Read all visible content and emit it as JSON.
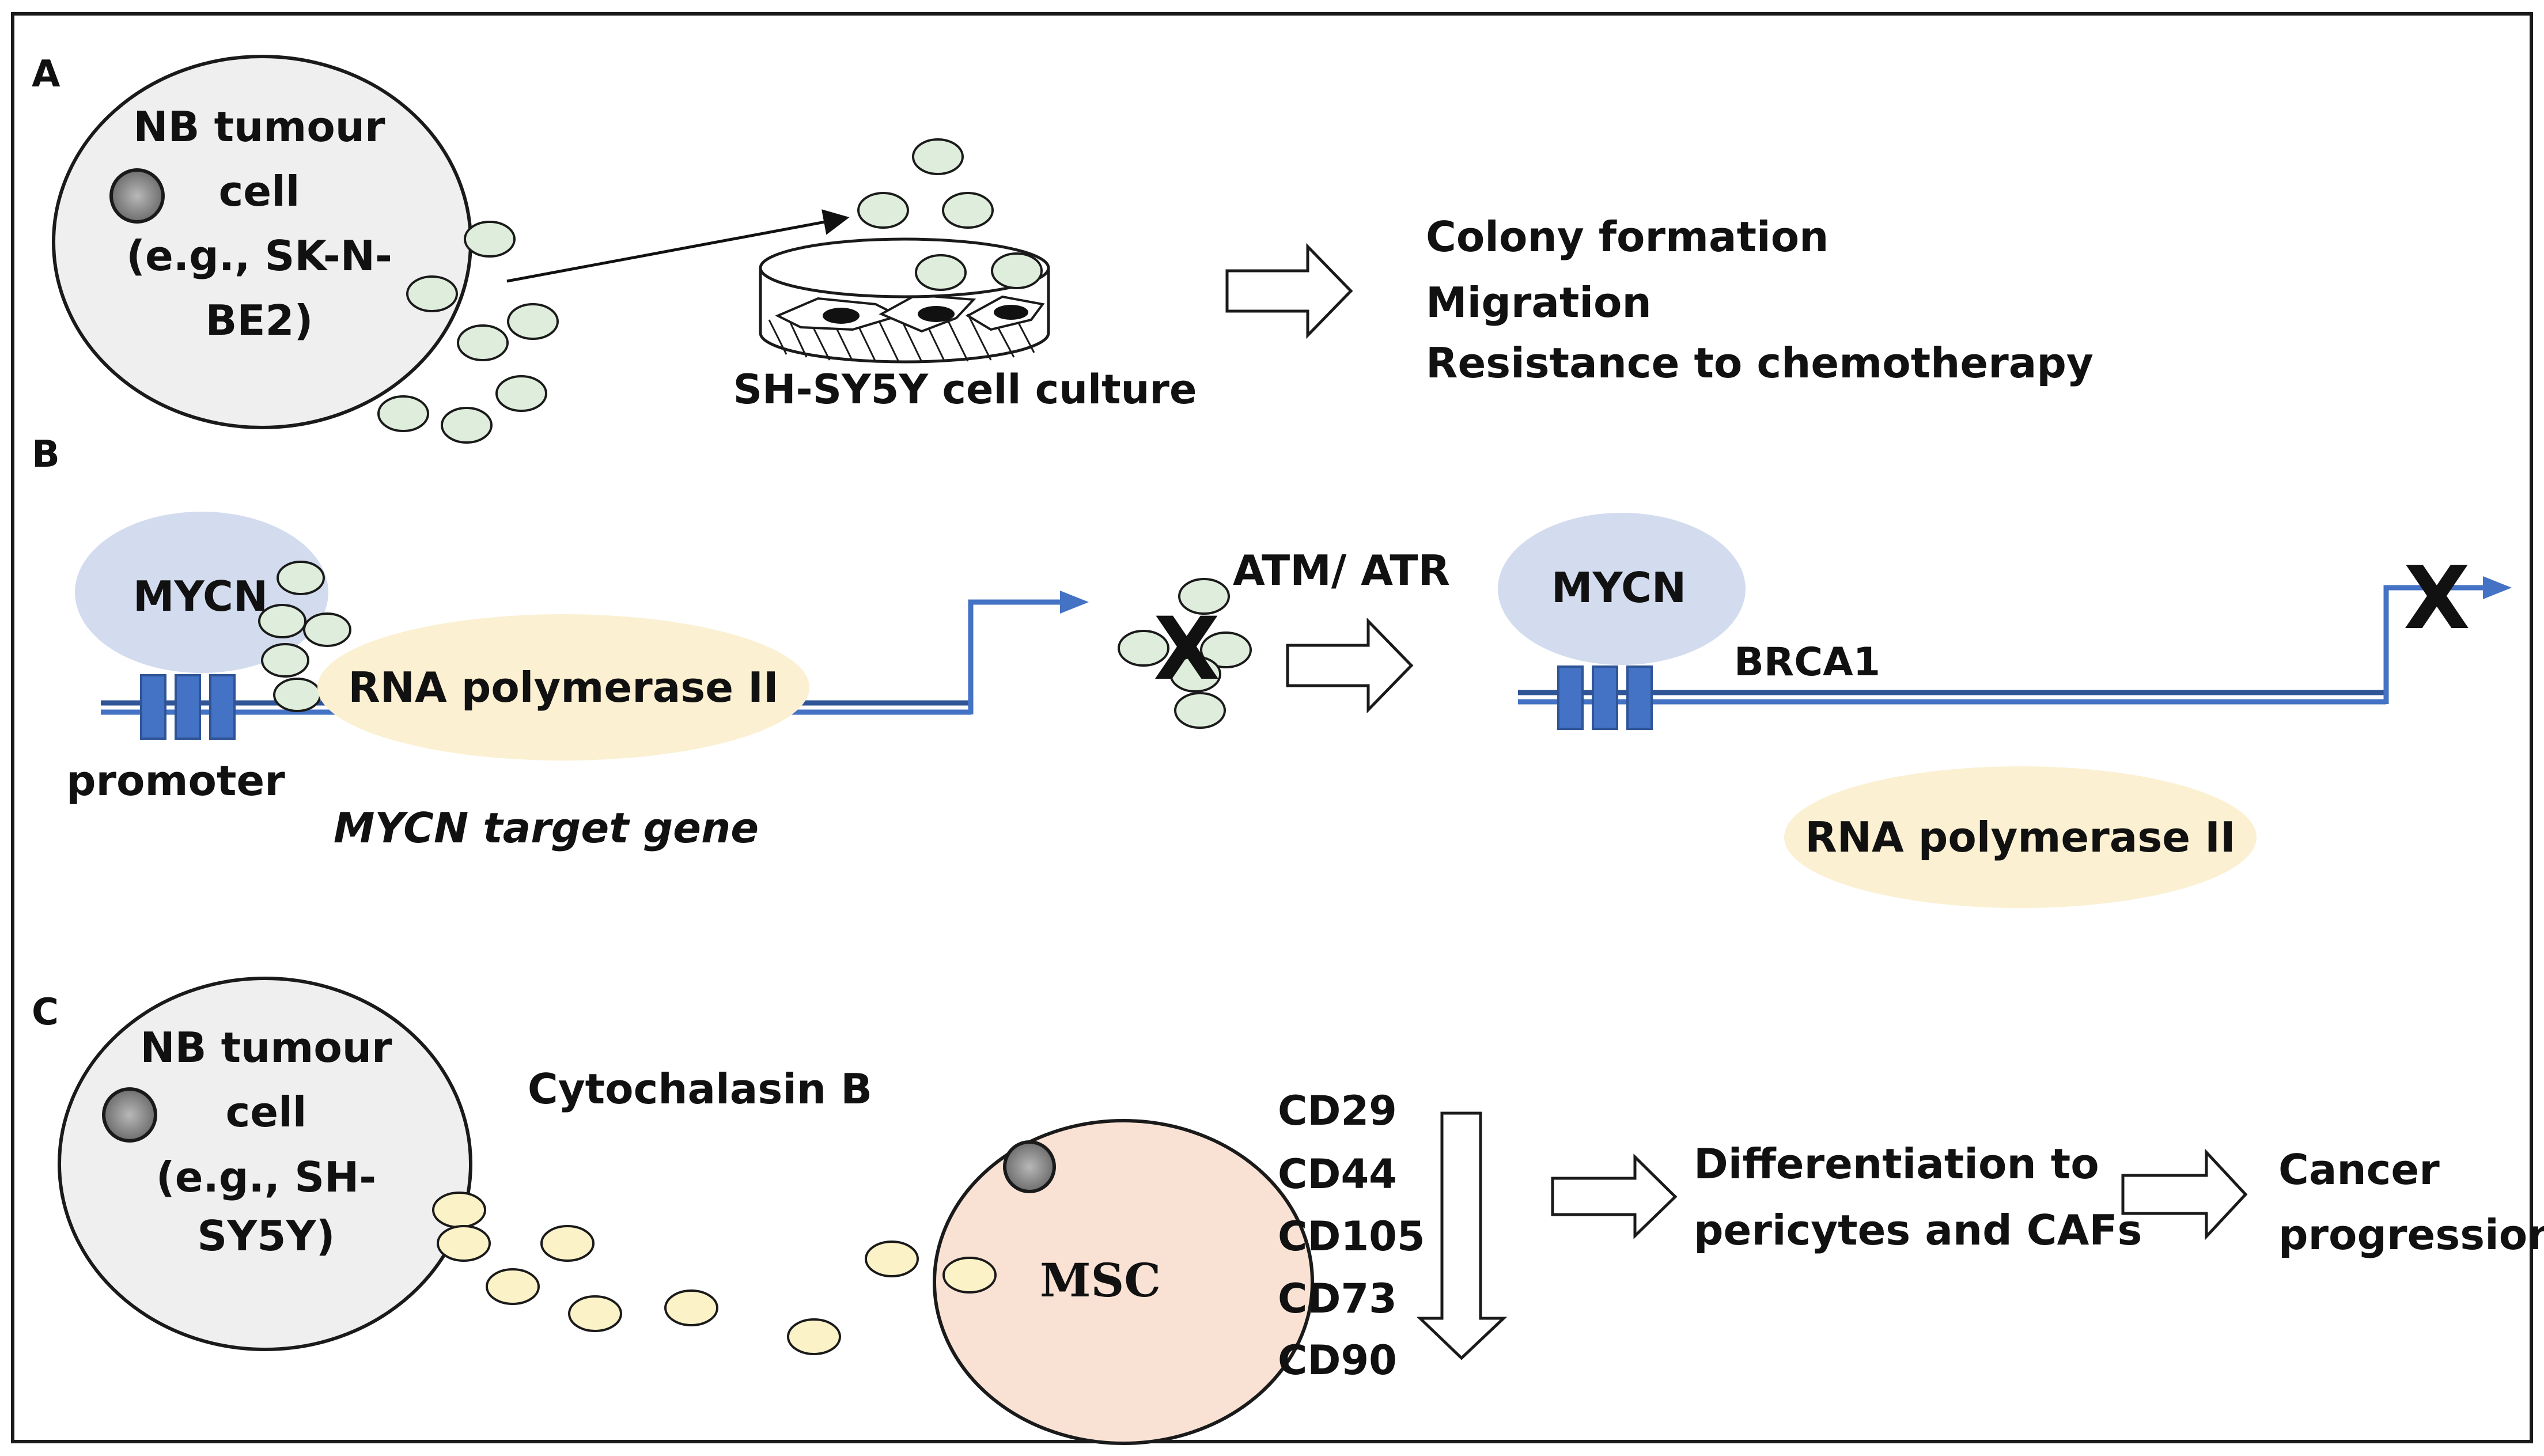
{
  "panels": {
    "a": {
      "letter": "A",
      "tumour_cell": [
        "NB tumour",
        "cell",
        "(e.g., SK-N-",
        "BE2)"
      ],
      "culture_label": "SH-SY5Y cell culture",
      "outcomes": [
        "Colony formation",
        "Migration",
        "Resistance to chemotherapy"
      ]
    },
    "b": {
      "letter": "B",
      "left": {
        "mycn_label": "MYCN",
        "polymerase_label": "RNA polymerase II",
        "promoter_label": "promoter",
        "gene_label": "MYCN target gene"
      },
      "inhibitor_label": "ATM/ ATR",
      "block_mark": "X",
      "right": {
        "mycn_label": "MYCN",
        "brca_label": "BRCA1",
        "polymerase_label": "RNA polymerase II",
        "block_mark": "X"
      }
    },
    "c": {
      "letter": "C",
      "tumour_cell": [
        "NB tumour",
        "cell",
        "(e.g., SH-",
        "SY5Y)"
      ],
      "drug_label": "Cytochalasin B",
      "msc_label": "MSC",
      "markers": [
        "CD29",
        "CD44",
        "CD105",
        "CD73",
        "CD90"
      ],
      "differentiation": [
        "Differentiation to",
        "pericytes and CAFs"
      ],
      "progression": [
        "Cancer",
        "progression"
      ]
    }
  },
  "colors": {
    "vesicle_green": "#dfeedc",
    "vesicle_yellow": "#fbf2c8",
    "cell_grey": "#efefef",
    "mycn_blue": "#d3dcef",
    "polymerase_yellow": "#fbf0d2",
    "dna_blue": "#4472c4",
    "msc_peach": "#f9e2d4"
  }
}
